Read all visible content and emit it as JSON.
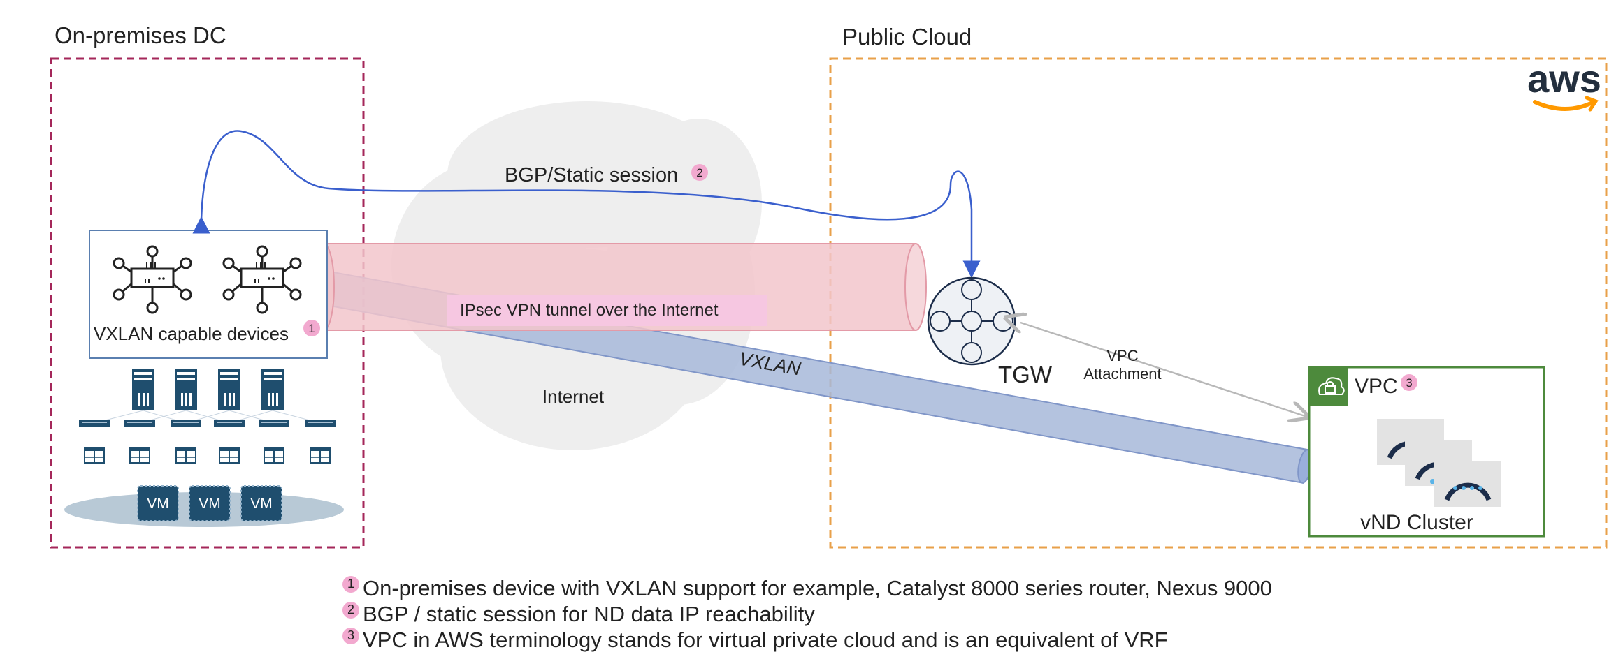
{
  "sections": {
    "on_prem_title": "On-premises DC",
    "cloud_title": "Public Cloud"
  },
  "labels": {
    "bgp_session": "BGP/Static session",
    "ipsec_tunnel": "IPsec VPN tunnel over the Internet",
    "vxlan_devices": "VXLAN capable devices",
    "vxlan": "VXLAN",
    "internet": "Internet",
    "tgw": "TGW",
    "vpc_attachment_line1": "VPC",
    "vpc_attachment_line2": "Attachment",
    "vpc": "VPC",
    "vnd_cluster": "vND Cluster",
    "vm": "VM",
    "aws_logo": "aws"
  },
  "badges": {
    "one": "1",
    "two": "2",
    "three": "3"
  },
  "footnotes": [
    {
      "num": "1",
      "text": "On-premises device with VXLAN support for example, Catalyst 8000 series router, Nexus 9000"
    },
    {
      "num": "2",
      "text": "BGP / static session for ND data IP reachability"
    },
    {
      "num": "3",
      "text": "VPC in AWS terminology stands for virtual private cloud and is an equivalent of VRF"
    }
  ],
  "colors": {
    "on_prem_border": "#a4275a",
    "cloud_border": "#e8a04a",
    "ipsec_tube": "#f2c6cb",
    "vxlan_tube": "#a7b8d9",
    "bgp_arrow": "#3a5fcd",
    "vpc_border": "#4d8a3c",
    "badge": "#f2a9cf",
    "server_blue": "#1f4e6e",
    "aws_orange": "#ff9900"
  },
  "icons": [
    "router-icon",
    "server-icon",
    "switch-icon",
    "vm-chip-icon",
    "tgw-hub-icon",
    "cloud-lock-icon",
    "nd-cluster-icon",
    "aws-logo"
  ]
}
